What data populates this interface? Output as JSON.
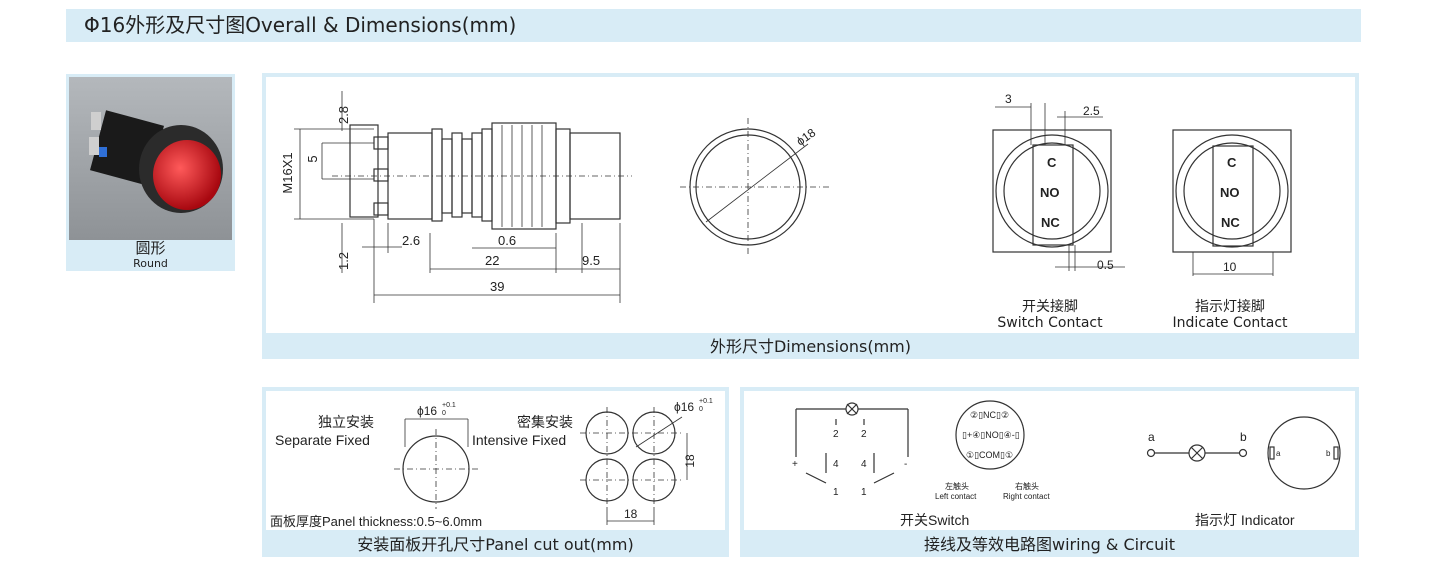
{
  "header": {
    "title": "Φ16外形及尺寸图Overall & Dimensions(mm)"
  },
  "product": {
    "label_zh": "圆形",
    "label_en": "Round",
    "colors": {
      "body": "#1a1a1a",
      "lens": "#d8121b"
    }
  },
  "dimensions": {
    "caption": "外形尺寸Dimensions(mm)",
    "side_labels": {
      "d28": "2.8",
      "d5": "5",
      "m16": "M16X1",
      "d12": "1.2",
      "d26": "2.6",
      "d06": "0.6",
      "d22": "22",
      "d95": "9.5",
      "d39": "39"
    },
    "front_label": "ϕ18",
    "switch_labels": {
      "d3": "3",
      "d25": "2.5",
      "d05": "0.5",
      "c": "C",
      "no": "NO",
      "nc": "NC"
    },
    "indicate_labels": {
      "d10": "10",
      "c": "C",
      "no": "NO",
      "nc": "NC"
    },
    "switch_contact_zh": "开关接脚",
    "switch_contact_en": "Switch Contact",
    "indicate_contact_zh": "指示灯接脚",
    "indicate_contact_en": "Indicate Contact"
  },
  "cutout": {
    "caption": "安装面板开孔尺寸Panel cut out(mm)",
    "separate_zh": "独立安装",
    "separate_en": "Separate Fixed",
    "intensive_zh": "密集安装",
    "intensive_en": "Intensive Fixed",
    "hole": "ϕ16",
    "tol_up": "+0.1",
    "tol_down": "0",
    "pitch_v": "18",
    "pitch_h": "18",
    "panel_thickness": "面板厚度Panel thickness:0.5~6.0mm"
  },
  "wiring": {
    "caption": "接线及等效电路图wiring & Circuit",
    "switch_label": "开关Switch",
    "indicator_label": "指示灯 Indicator",
    "pins": {
      "p2": "2",
      "p4": "4",
      "p1": "1"
    },
    "sockets": {
      "row1": "②▯NC▯②",
      "row2": "▯+④▯NO▯④-▯",
      "row3": "①▯COM▯①"
    },
    "left_contact_zh": "左触头",
    "left_contact_en": "Left contact",
    "right_contact_zh": "右触头",
    "right_contact_en": "Right contact",
    "lamp_a": "a",
    "lamp_b": "b",
    "plus": "+",
    "minus": "-"
  }
}
